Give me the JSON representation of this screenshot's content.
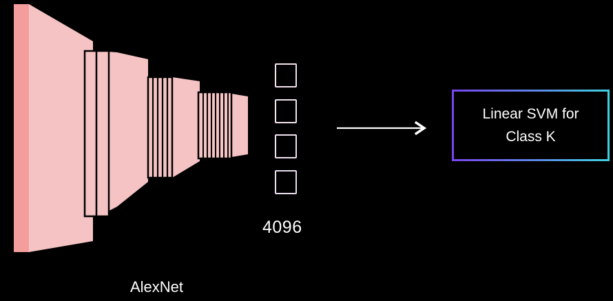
{
  "network": {
    "name": "AlexNet"
  },
  "features": {
    "size_label": "4096"
  },
  "classifier": {
    "line1": "Linear SVM for",
    "line2": "Class K"
  },
  "colors": {
    "layer_fill": "#f5c3c3",
    "layer_edge": "#f29a9a",
    "gradient_start": "#7a45f0",
    "gradient_end": "#3fd2e0"
  }
}
